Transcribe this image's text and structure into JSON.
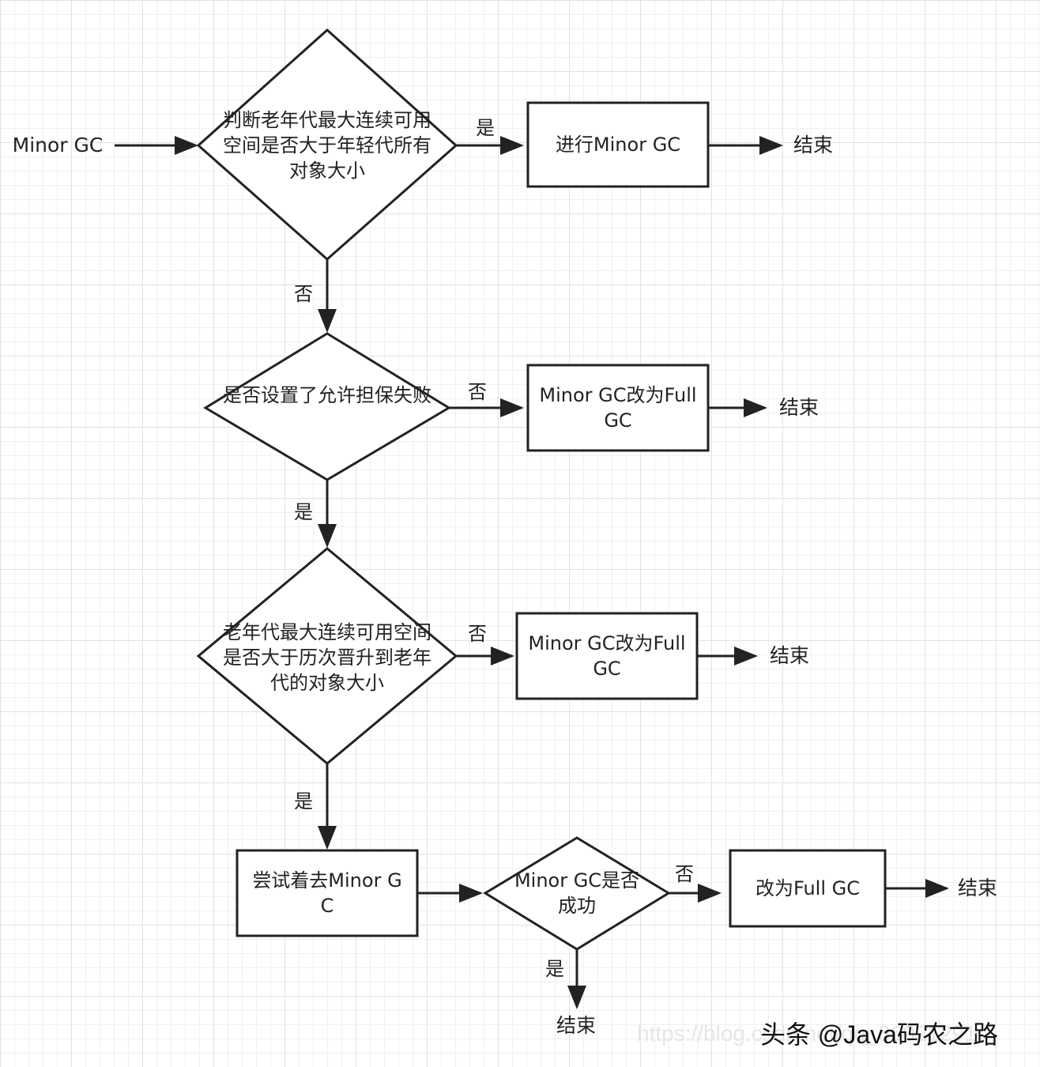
{
  "start_label": "Minor GC",
  "decisions": {
    "d1": "判断老年代最大连续可用空间是否大于年轻代所有对象大小",
    "d2": "是否设置了允许担保失败",
    "d3": "老年代最大连续可用空间是否大于历次晋升到老年代的对象大小",
    "d4": "Minor GC是否成功"
  },
  "processes": {
    "p1": "进行Minor GC",
    "p2": "Minor GC改为Full GC",
    "p3": "Minor GC改为Full GC",
    "p4": "尝试着去Minor GC",
    "p5": "改为Full GC"
  },
  "edges": {
    "yes": "是",
    "no": "否"
  },
  "end_label": "结束",
  "watermark": {
    "url": "https://blog.csdn.net/qq_36021291",
    "brand": "头条 @Java码农之路"
  }
}
